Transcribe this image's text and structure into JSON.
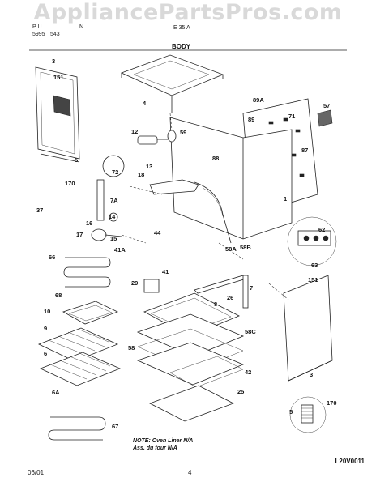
{
  "watermark": "AppliancePartsPros.com",
  "header": {
    "line1_left": "P U",
    "line1_mid": "N",
    "line2_left": "5995",
    "line2_mid": "543",
    "model_fragment": "E 35 A"
  },
  "title": "BODY",
  "note": {
    "line1": "NOTE: Oven Liner N/A",
    "line2": "Ass. du four N/A"
  },
  "footer": {
    "date": "06/01",
    "page": "4",
    "code": "L20V0011"
  },
  "callouts": [
    "3",
    "151",
    "4",
    "89A",
    "71",
    "57",
    "89",
    "12",
    "59",
    "87",
    "5",
    "13",
    "88",
    "72",
    "18",
    "170",
    "7A",
    "1",
    "37",
    "14",
    "16",
    "62",
    "17",
    "15",
    "44",
    "41A",
    "58A",
    "58B",
    "66",
    "41",
    "63",
    "29",
    "26",
    "7",
    "151",
    "68",
    "8",
    "10",
    "58C",
    "9",
    "6",
    "58",
    "42",
    "3",
    "6A",
    "25",
    "5",
    "170",
    "67"
  ]
}
